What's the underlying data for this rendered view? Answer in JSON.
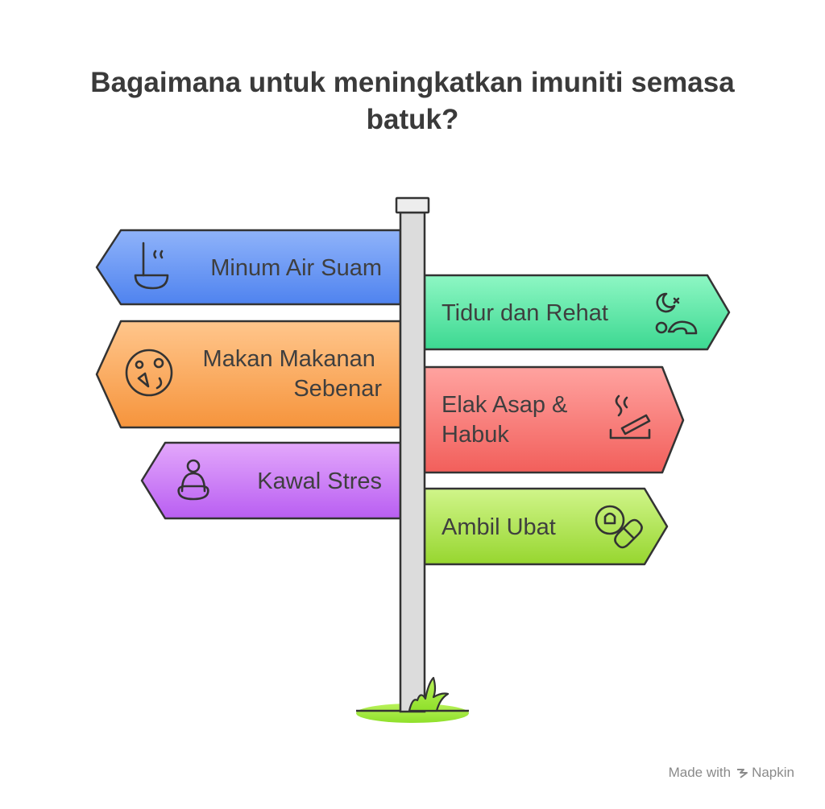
{
  "title": "Bagaimana untuk meningkatkan imuniti semasa batuk?",
  "signs": [
    {
      "label_lines": [
        "Minum Air Suam"
      ],
      "icon": "ladle-icon",
      "color": "#5c8ef3"
    },
    {
      "label_lines": [
        "Tidur dan Rehat"
      ],
      "icon": "sleep-icon",
      "color": "#4fe0a0"
    },
    {
      "label_lines": [
        "Makan Makanan",
        "Sebenar"
      ],
      "icon": "healthy-food-icon",
      "color": "#f8a14e"
    },
    {
      "label_lines": [
        "Elak Asap &",
        "Habuk"
      ],
      "icon": "no-smoking-icon",
      "color": "#f46f6c"
    },
    {
      "label_lines": [
        "Kawal Stres"
      ],
      "icon": "meditation-icon",
      "color": "#c873f5"
    },
    {
      "label_lines": [
        "Ambil Ubat"
      ],
      "icon": "pill-icon",
      "color": "#a8e043"
    }
  ],
  "footer": {
    "made_with": "Made with",
    "brand": "Napkin"
  }
}
